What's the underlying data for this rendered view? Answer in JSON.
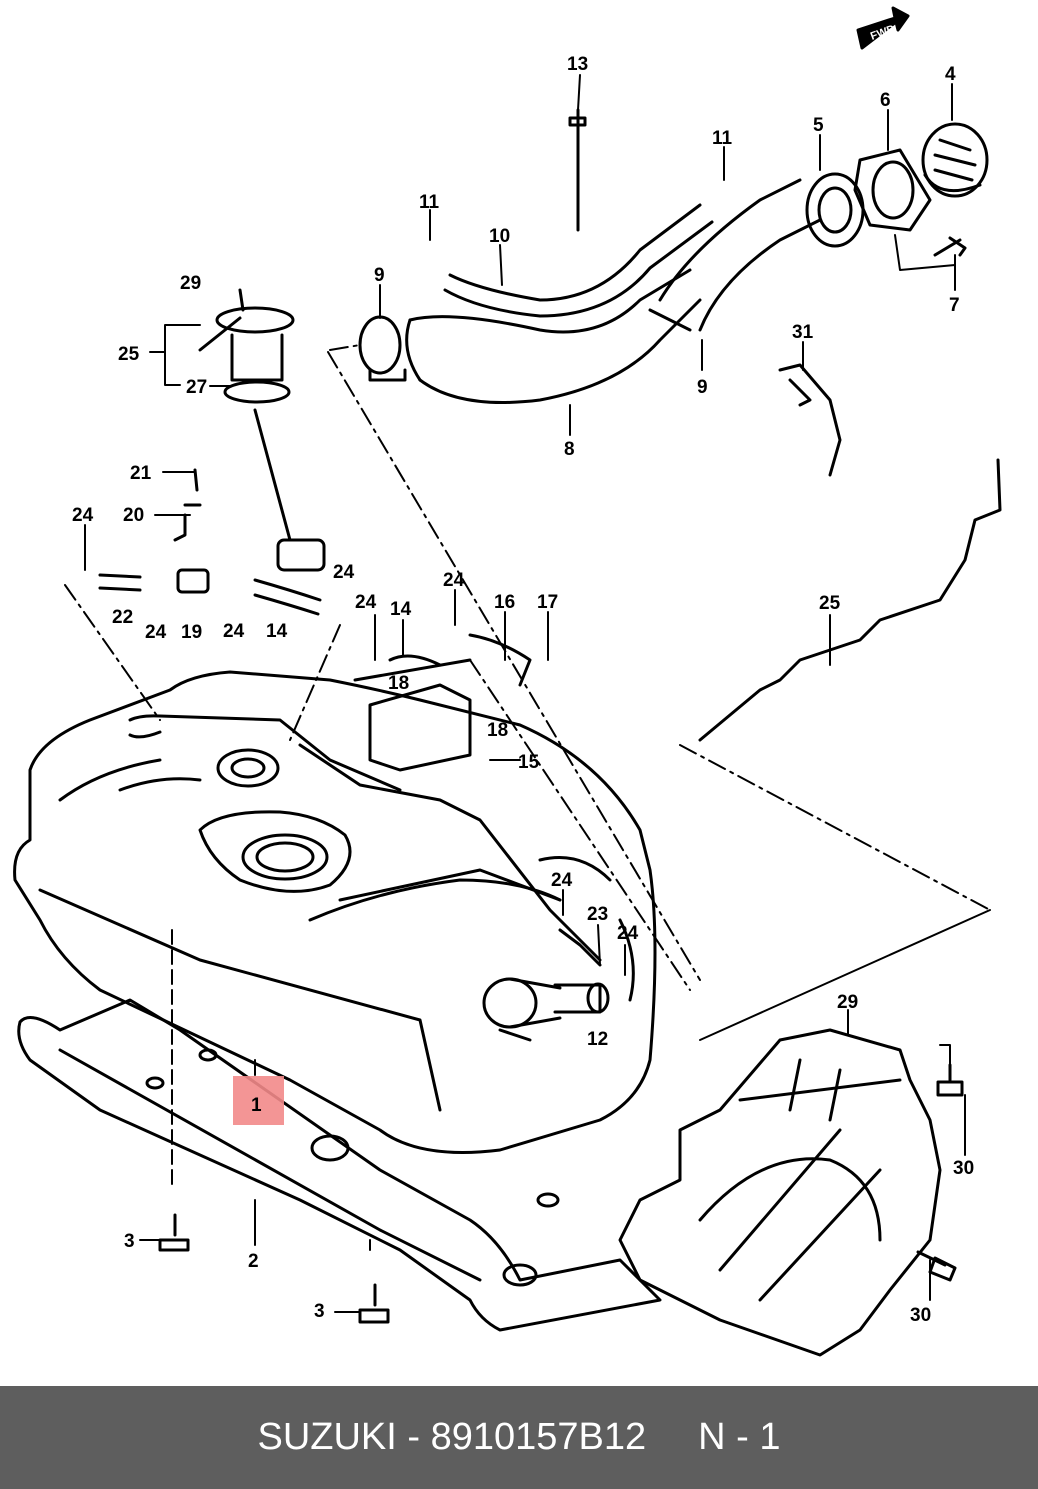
{
  "diagram": {
    "fwd_label": "FWD",
    "highlight_color": "#f28a8a",
    "callouts": {
      "p1": "1",
      "p2": "2",
      "p3a": "3",
      "p3b": "3",
      "p4": "4",
      "p5": "5",
      "p6": "6",
      "p7": "7",
      "p8": "8",
      "p9a": "9",
      "p9b": "9",
      "p10": "10",
      "p11a": "11",
      "p11b": "11",
      "p12": "12",
      "p13": "13",
      "p14a": "14",
      "p14b": "14",
      "p15": "15",
      "p16": "16",
      "p17": "17",
      "p18a": "18",
      "p18b": "18",
      "p19": "19",
      "p20": "20",
      "p21": "21",
      "p22": "22",
      "p23": "23",
      "p24a": "24",
      "p24b": "24",
      "p24c": "24",
      "p24d": "24",
      "p24e": "24",
      "p24f": "24",
      "p24g": "24",
      "p24h": "24",
      "p25a": "25",
      "p25b": "25",
      "p27": "27",
      "p29a": "29",
      "p29b": "29",
      "p30a": "30",
      "p30b": "30",
      "p31": "31"
    }
  },
  "footer": {
    "brand_part": "SUZUKI - 8910157B12",
    "page": "N - 1"
  }
}
